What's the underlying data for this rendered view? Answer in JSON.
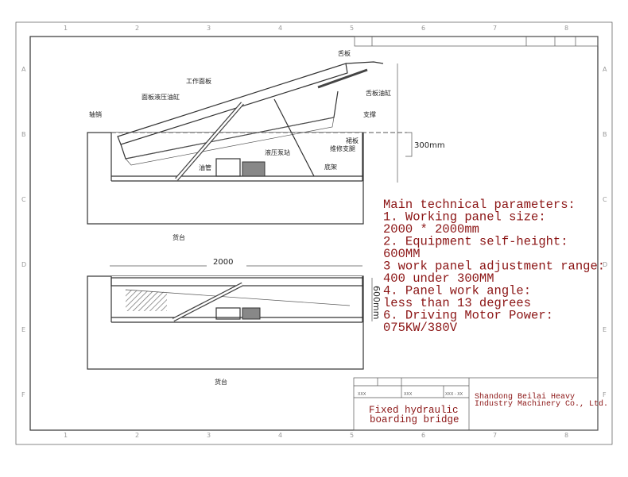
{
  "frame": {
    "columns": [
      "1",
      "2",
      "3",
      "4",
      "5",
      "6",
      "7",
      "8"
    ],
    "rows": [
      "A",
      "B",
      "C",
      "D",
      "E",
      "F"
    ]
  },
  "top_view": {
    "labels": {
      "tongue_plate": "舌板",
      "work_panel": "工作面板",
      "panel_cylinder": "面板液压油缸",
      "tongue_cylinder": "舌板油缸",
      "pivot_pin": "轴销",
      "support": "支撑",
      "skirt": "裙板",
      "maintenance_leg": "维修支腿",
      "pump_station": "液压泵站",
      "oil_pipe": "油管",
      "base_frame": "底架",
      "platform": "货台"
    },
    "dimension": "300mm"
  },
  "bottom_view": {
    "width_dim": "2000",
    "height_dim": "600mm",
    "platform": "货台"
  },
  "parameters": [
    "Main technical parameters:",
    "1. Working panel size:",
    "2000 * 2000mm",
    "2. Equipment self-height:",
    "600MM",
    "3 work panel adjustment range:",
    "400 under 300MM",
    "4. Panel work angle:",
    "less than 13 degrees",
    "6. Driving Motor Power:",
    "075KW/380V"
  ],
  "title_block": {
    "product_line1": "Fixed hydraulic",
    "product_line2": "boarding bridge",
    "company_line1": "Shandong Beilai Heavy",
    "company_line2": "Industry Machinery Co., Ltd.",
    "cells": [
      "XXX",
      "XXX",
      "XXX - XX"
    ]
  },
  "colors": {
    "annotation_red": "#8b1414",
    "line": "#333333"
  }
}
